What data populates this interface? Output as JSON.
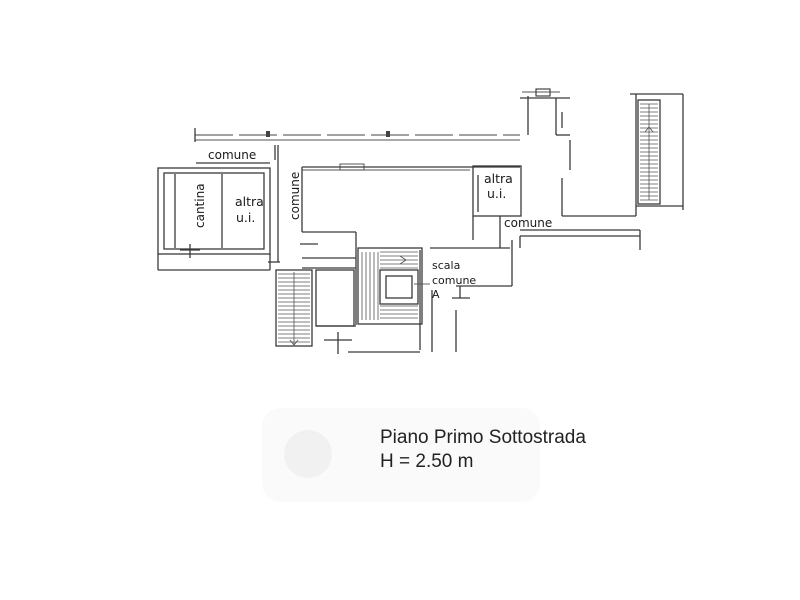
{
  "plan": {
    "labels": {
      "cantina": "cantina",
      "altra_ui_left_1": "altra",
      "altra_ui_left_2": "u.i.",
      "comune_top": "comune",
      "comune_vertical": "comune",
      "altra_ui_right_1": "altra",
      "altra_ui_right_2": "u.i.",
      "comune_right": "comune",
      "scala_1": "scala",
      "scala_2": "comune",
      "scala_3": "A"
    }
  },
  "caption": {
    "title": "Piano Primo Sottostrada",
    "height": "H = 2.50 m"
  },
  "colors": {
    "wall": "#3a3a3a",
    "text": "#1a1a1a"
  }
}
